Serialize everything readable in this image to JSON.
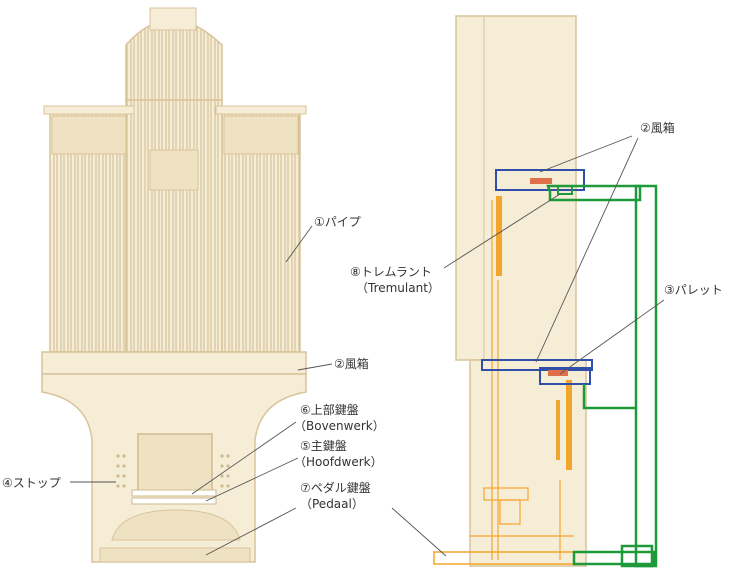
{
  "colors": {
    "background": "#ffffff",
    "case_fill": "#f6edd7",
    "case_stroke": "#d8c49a",
    "pipe_stroke": "#cfbb8f",
    "wind_chest_blue": "#2f4fa8",
    "pallet_red": "#e0704a",
    "bellows_green": "#1f9a3a",
    "action_orange": "#f2a52c",
    "leader_line": "#555555",
    "label_text": "#333333"
  },
  "labels": {
    "pipe": "①パイプ",
    "windchest_front": "②風箱",
    "stop": "④ストップ",
    "upper_manual": "⑥上部鍵盤",
    "upper_manual_en": "（Bovenwerk）",
    "main_manual": "⑤主鍵盤",
    "main_manual_en": "（Hoofdwerk）",
    "pedal": "⑦ペダル鍵盤",
    "pedal_en": "（Pedaal）",
    "windchest_section": "②風箱",
    "tremulant": "⑧トレムラント",
    "tremulant_en": "（Tremulant）",
    "pallet": "③パレット"
  }
}
